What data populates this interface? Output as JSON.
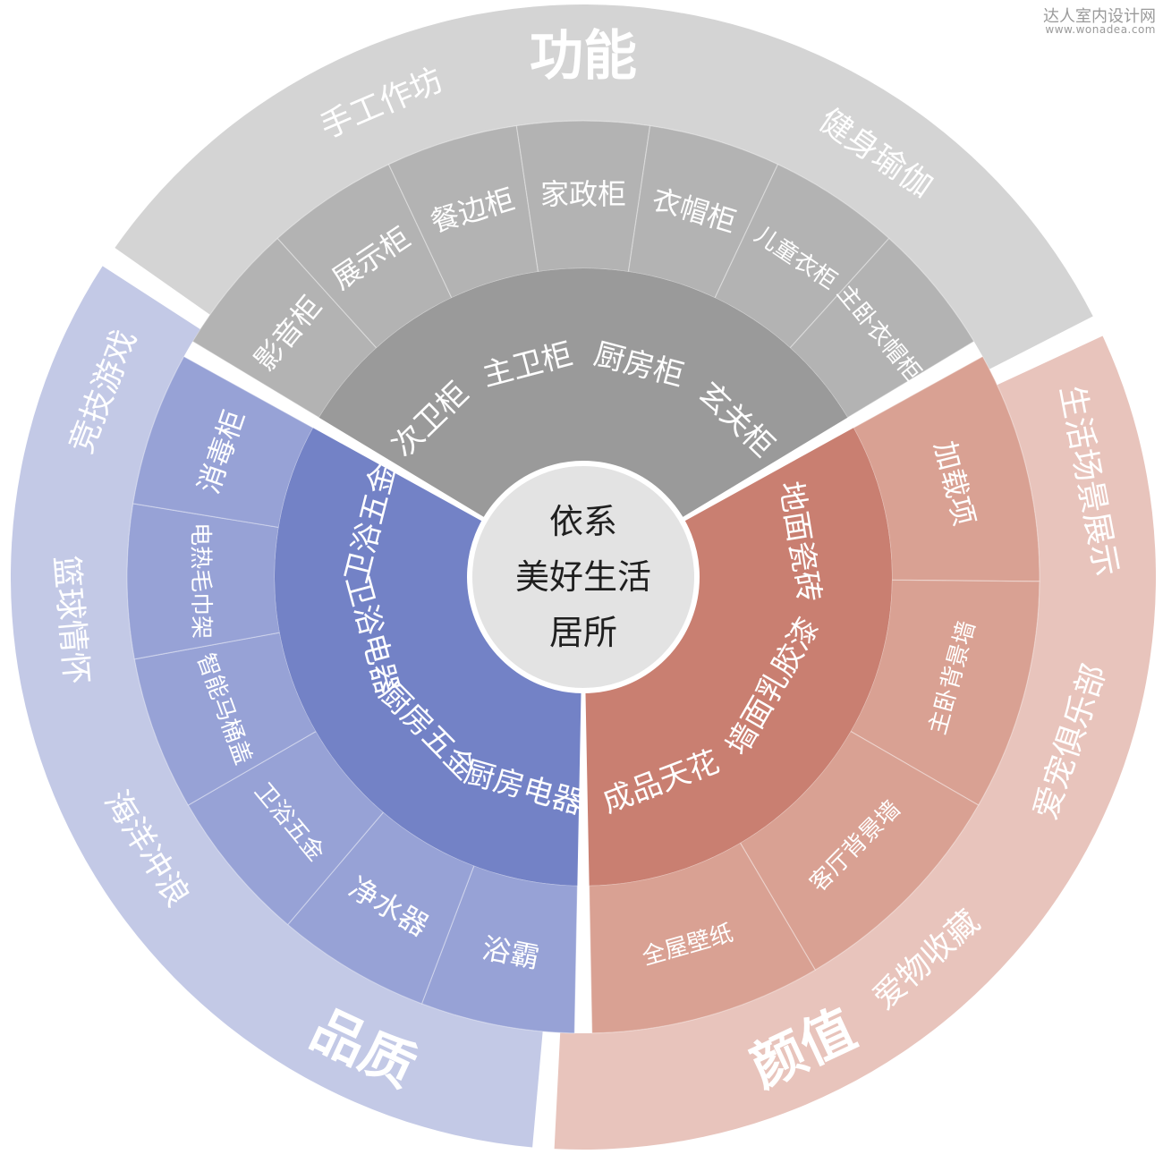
{
  "watermark": {
    "name": "达人室内设计网",
    "url": "www.wonadea.com"
  },
  "center": {
    "lines": [
      "依系",
      "美好生活",
      "居所"
    ]
  },
  "colors": {
    "function": {
      "outer": "#d4d4d4",
      "middle": "#b3b3b3",
      "inner": "#9a9a9a",
      "title": "#3a3a3a"
    },
    "quality": {
      "outer": "#c3c9e6",
      "middle": "#97a2d6",
      "inner": "#7382c6",
      "title": "#1f3a93"
    },
    "beauty": {
      "outer": "#e8c4bc",
      "middle": "#d9a193",
      "inner": "#c97f71",
      "title": "#b03a2a"
    },
    "center": "#e3e3e3"
  },
  "sectors": [
    {
      "id": "function",
      "title": "功能",
      "inner": [
        "次卫柜",
        "主卫柜",
        "厨房柜",
        "玄关柜"
      ],
      "middle": [
        "影音柜",
        "展示柜",
        "餐边柜",
        "家政柜",
        "衣帽柜",
        "儿童衣柜",
        "主卧衣帽柜"
      ],
      "outer": [
        "手工作坊",
        "健身瑜伽"
      ]
    },
    {
      "id": "beauty",
      "title": "颜值",
      "inner": [
        "地面瓷砖",
        "墙面乳胶漆",
        "成品天花"
      ],
      "middle": [
        "加载项",
        "主卧背景墙",
        "客厅背景墙",
        "全屋壁纸"
      ],
      "outer": [
        "生活场景展示",
        "爱宠俱乐部",
        "爱物收藏"
      ]
    },
    {
      "id": "quality",
      "title": "品质",
      "inner": [
        "厨房电器",
        "厨房五金",
        "卫浴电器",
        "卫浴五金"
      ],
      "middle": [
        "浴霸",
        "净水器",
        "卫浴五金",
        "智能马桶盖",
        "电热毛巾架",
        "消毒柜"
      ],
      "outer": [
        "竞技游戏",
        "篮球情怀",
        "海洋冲浪"
      ]
    }
  ]
}
